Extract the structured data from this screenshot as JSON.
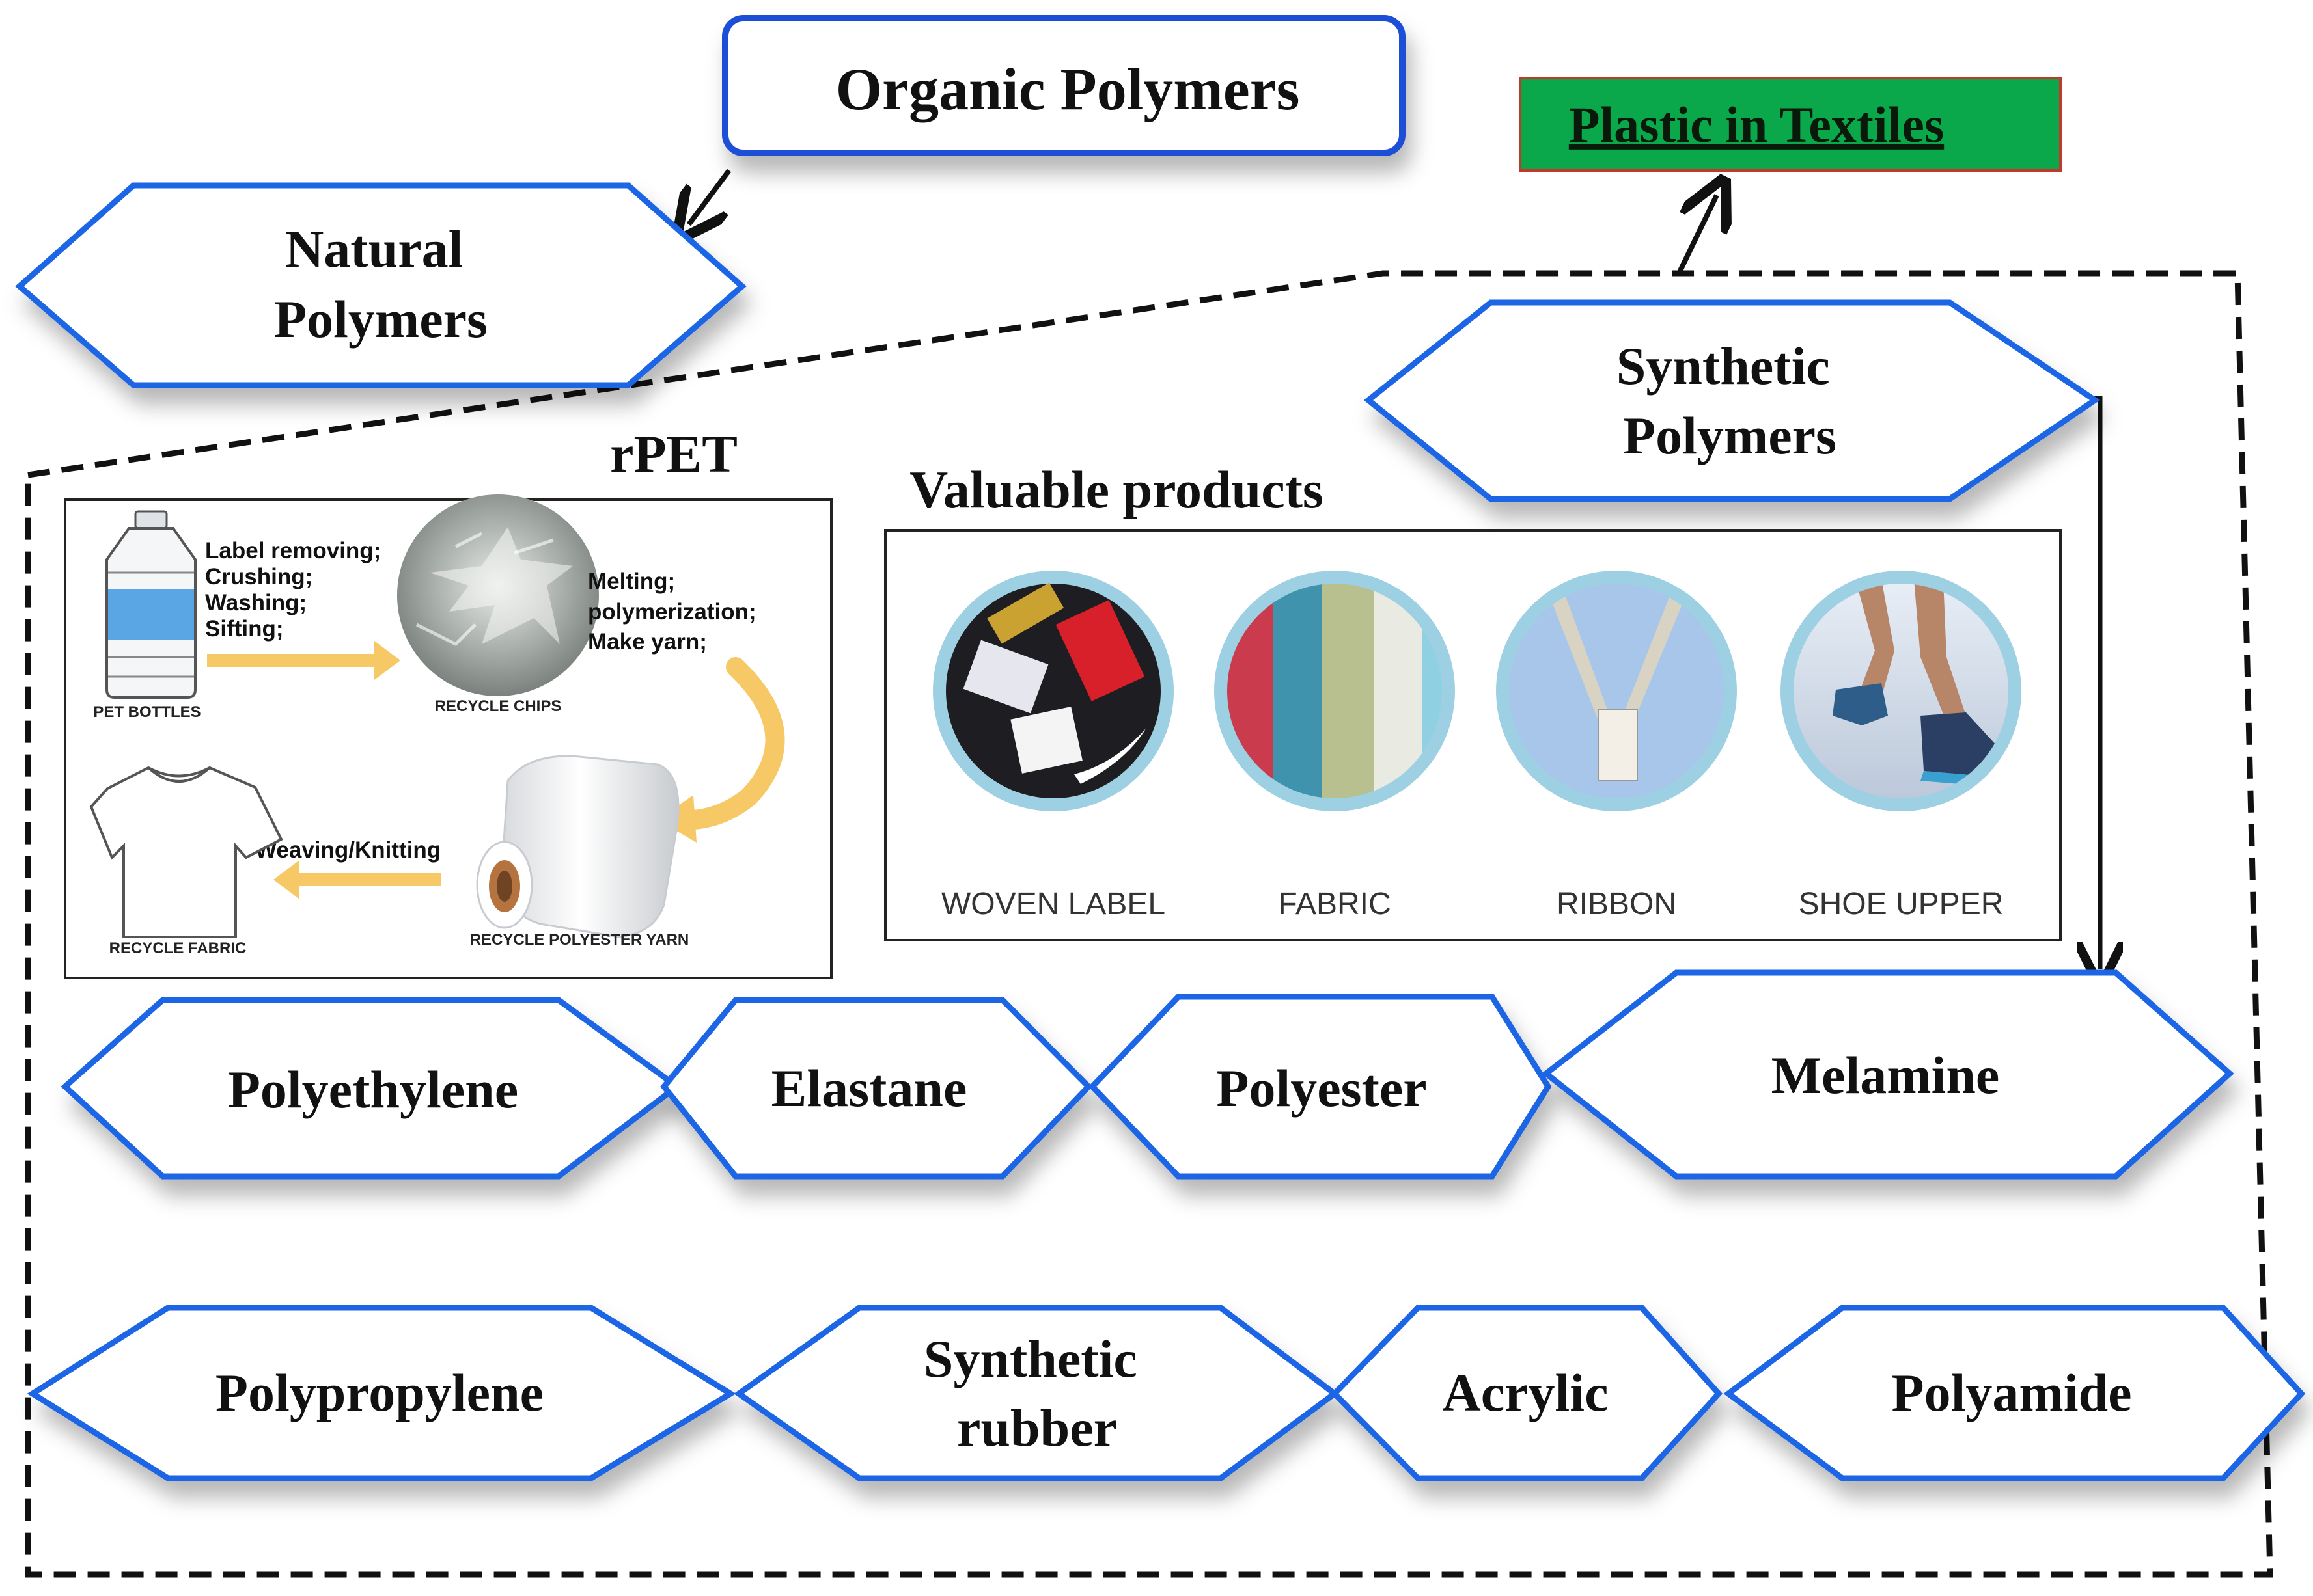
{
  "colors": {
    "hex_stroke": "#1a66e6",
    "title_stroke": "#1a4fd6",
    "green_fill": "#0aa84a",
    "green_border": "#c0392b",
    "arrow_yellow": "#f7c866",
    "dashed_border": "#111111"
  },
  "title": {
    "label": "Organic Polymers"
  },
  "textile_box": {
    "label": "Plastic in Textiles"
  },
  "natural": {
    "line1": "Natural",
    "line2": "Polymers"
  },
  "synthetic": {
    "line1": "Synthetic",
    "line2": "Polymers"
  },
  "rpet": {
    "heading": "rPET",
    "step1": [
      "Label removing;",
      "Crushing;",
      "Washing;",
      "Sifting;"
    ],
    "step2": [
      "Melting;",
      "polymerization;",
      "Make yarn;"
    ],
    "step3": "Weaving/Knitting",
    "captions": {
      "bottles": "PET BOTTLES",
      "chips": "RECYCLE CHIPS",
      "yarn": "RECYCLE POLYESTER YARN",
      "fabric": "RECYCLE FABRIC"
    },
    "icons": [
      "bottle-icon",
      "chips-icon",
      "yarn-spool-icon",
      "tshirt-icon"
    ]
  },
  "products": {
    "heading": "Valuable products",
    "items": [
      {
        "label": "WOVEN LABEL",
        "icon": "woven-label-icon"
      },
      {
        "label": "FABRIC",
        "icon": "fabric-icon"
      },
      {
        "label": "RIBBON",
        "icon": "ribbon-icon"
      },
      {
        "label": "SHOE UPPER",
        "icon": "shoe-upper-icon"
      }
    ]
  },
  "polymers_row1": [
    "Polyethylene",
    "Elastane",
    "Polyester",
    "Melamine"
  ],
  "polymers_row2": [
    "Polypropylene",
    "Synthetic",
    "rubber",
    "Acrylic",
    "Polyamide"
  ]
}
